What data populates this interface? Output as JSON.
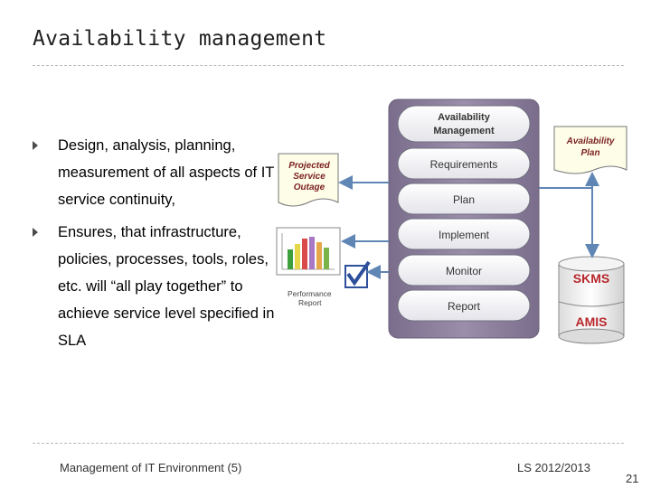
{
  "slide": {
    "title": "Availability management",
    "bullets": [
      "Design, analysis, planning, measurement of all aspects of IT service continuity,",
      "Ensures, that infrastructure, policies, processes, tools, roles, etc. will “all play together” to achieve service level specified in SLA"
    ]
  },
  "diagram": {
    "header": [
      "Availability",
      "Management"
    ],
    "steps": [
      "Requirements",
      "Plan",
      "Implement",
      "Monitor",
      "Report"
    ],
    "projected_outage": [
      "Projected",
      "Service",
      "Outage"
    ],
    "availability_plan": [
      "Availability",
      "Plan"
    ],
    "performance_report": [
      "Performance",
      "Report"
    ],
    "skms": "SKMS",
    "amis": "AMIS"
  },
  "footer": {
    "left": "Management of IT Environment (5)",
    "right": "LS 2012/2013",
    "page": "21"
  },
  "colors": {
    "panel": "#8c7f9c",
    "step_fill": "#ffffff",
    "arrow": "#5f86b5",
    "doc_text": "#7a1f1f"
  }
}
